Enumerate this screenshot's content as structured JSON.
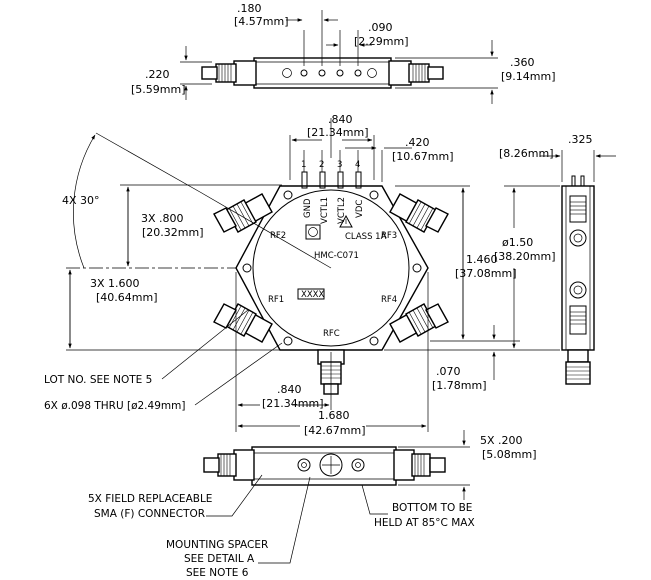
{
  "top_view": {
    "pitch_3x": ".180",
    "pitch_3x_mm": "[4.57mm]",
    "spacing": ".090",
    "spacing_mm": "[2.29mm]",
    "height_left": ".220",
    "height_left_mm": "[5.59mm]",
    "height_right": ".360",
    "height_right_mm": "[9.14mm]"
  },
  "plan_view": {
    "width_top": ".840",
    "width_top_mm": "[21.34mm]",
    "offset_top": ".420",
    "offset_top_mm": "[10.67mm]",
    "angle": "4X 30°",
    "v_800": "3X .800",
    "v_800_mm": "[20.32mm]",
    "v_1600": "3X 1.600",
    "v_1600_mm": "[40.64mm]",
    "v_1460": "1.460",
    "v_1460_mm": "[37.08mm]",
    "pin_numbers": [
      "1",
      "2",
      "3",
      "4"
    ],
    "pin_names": [
      "GND",
      "VCTL1",
      "VCTL2",
      "VDC"
    ],
    "ports": {
      "rf1": "RF1",
      "rf2": "RF2",
      "rf3": "RF3",
      "rf4": "RF4",
      "rfc": "RFC"
    },
    "class_label": "CLASS 1A",
    "part_number": "HMC-C071",
    "lot_box": "XXXX",
    "width_bottom": ".840",
    "width_bottom_mm": "[21.34mm]",
    "width_total": "1.680",
    "width_total_mm": "[42.67mm]",
    "offset_bottom": ".070",
    "offset_bottom_mm": "[1.78mm]"
  },
  "side_view": {
    "width": ".325",
    "width_mm": "[8.26mm]",
    "dia": "ø1.50",
    "dia_mm": "[38.20mm]"
  },
  "bottom_view": {
    "pitch_5x": "5X .200",
    "pitch_5x_mm": "[5.08mm]"
  },
  "notes": {
    "lot_no": "LOT NO. SEE NOTE 5",
    "thru_hole": "6X ø.098 THRU [ø2.49mm]",
    "connector_l1": "5X FIELD REPLACEABLE",
    "connector_l2": "SMA (F) CONNECTOR",
    "bottom_l1": "BOTTOM TO BE",
    "bottom_l2": "HELD AT 85°C MAX",
    "spacer_l1": "MOUNTING SPACER",
    "spacer_l2": "SEE DETAIL A",
    "spacer_l3": "SEE NOTE 6"
  }
}
